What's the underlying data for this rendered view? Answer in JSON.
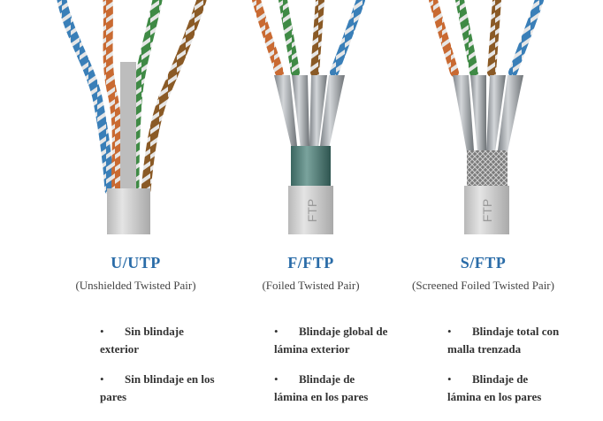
{
  "cables": [
    {
      "title": "U/UTP",
      "subtitle": "(Unshielded Twisted Pair)",
      "bullets": [
        "Sin blindaje exterior",
        "Sin blindaje en los pares"
      ],
      "jacket_text": ""
    },
    {
      "title": "F/FTP",
      "subtitle": "(Foiled Twisted Pair)",
      "bullets": [
        "Blindaje global de lámina exterior",
        "Blindaje de lámina en los pares"
      ],
      "jacket_text": "FTP"
    },
    {
      "title": "S/FTP",
      "subtitle": "(Screened Foiled Twisted Pair)",
      "bullets": [
        "Blindaje total con malla trenzada",
        "Blindaje de lámina en los pares"
      ],
      "jacket_text": "FTP"
    }
  ],
  "colors": {
    "title": "#2a6ca8",
    "jacket": "#c8c8c8",
    "foil": "#9a9ea2",
    "shield_green": "#4f7f78",
    "wire_blue": "#3a7fb8",
    "wire_orange": "#c96a32",
    "wire_green": "#3f8a45",
    "wire_brown": "#8a5a26"
  }
}
